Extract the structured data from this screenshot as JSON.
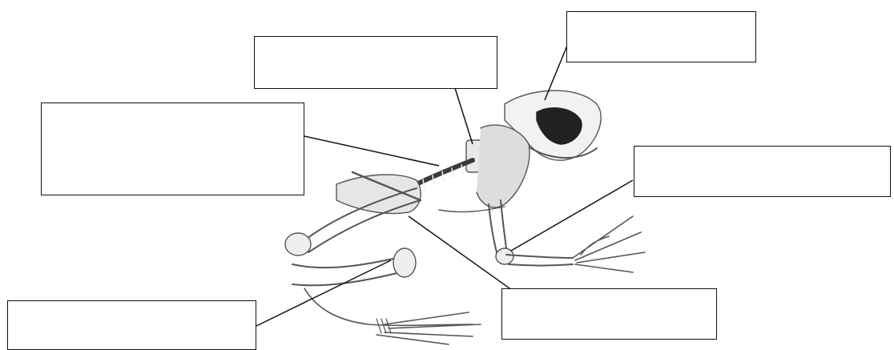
{
  "diagram": {
    "subject": "frog skeleton",
    "labels": [
      {
        "id": "box-skull",
        "text": ""
      },
      {
        "id": "box-vertebra",
        "text": ""
      },
      {
        "id": "box-spine",
        "text": ""
      },
      {
        "id": "box-radio-ulna",
        "text": ""
      },
      {
        "id": "box-pelvis",
        "text": ""
      },
      {
        "id": "box-femur",
        "text": ""
      }
    ],
    "colors": {
      "ink": "#111111",
      "bone": "#8a8a8a",
      "bone_dark": "#333333",
      "paper": "#ffffff"
    }
  }
}
